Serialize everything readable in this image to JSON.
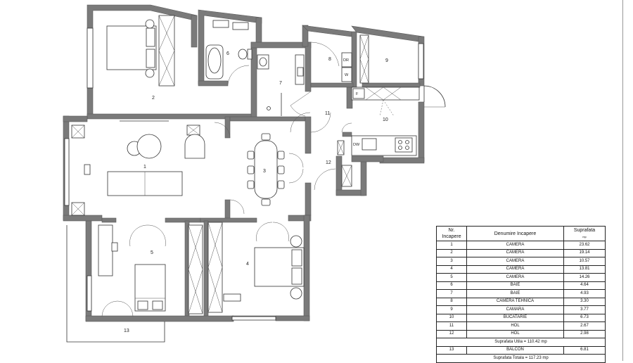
{
  "plan": {
    "room_numbers": [
      "1",
      "2",
      "3",
      "4",
      "5",
      "6",
      "7",
      "8",
      "9",
      "10",
      "11",
      "12",
      "13"
    ],
    "appliance_labels": {
      "dr": "DR",
      "w": "W",
      "f": "F",
      "dw": "DW"
    }
  },
  "legend": {
    "headers": {
      "nr": "Nr.\nIncapere",
      "name": "Denumire  Incapere",
      "area": "Suprafata",
      "area_unit": "mp"
    },
    "rows": [
      {
        "nr": "1",
        "name": "CAMERA",
        "area": "23.62"
      },
      {
        "nr": "2",
        "name": "CAMERA",
        "area": "19.14"
      },
      {
        "nr": "3",
        "name": "CAMERA",
        "area": "10.57"
      },
      {
        "nr": "4",
        "name": "CAMERA",
        "area": "13.81"
      },
      {
        "nr": "5",
        "name": "CAMERA",
        "area": "14.26"
      },
      {
        "nr": "6",
        "name": "BAIE",
        "area": "4.64"
      },
      {
        "nr": "7",
        "name": "BAIE",
        "area": "4.93"
      },
      {
        "nr": "8",
        "name": "CAMERA TEHNICA",
        "area": "3.30"
      },
      {
        "nr": "9",
        "name": "CAMARA",
        "area": "3.77"
      },
      {
        "nr": "10",
        "name": "BUCATARIE",
        "area": "6.73"
      },
      {
        "nr": "11",
        "name": "HOL",
        "area": "2.67"
      },
      {
        "nr": "12",
        "name": "HOL",
        "area": "2.98"
      }
    ],
    "usable_total": "Suprafata Utila = 110.42 mp",
    "balcony": {
      "nr": "13",
      "name": "BALCON",
      "area": "6.81"
    },
    "grand_total": "Suprafata Totala = 117.23 mp"
  }
}
